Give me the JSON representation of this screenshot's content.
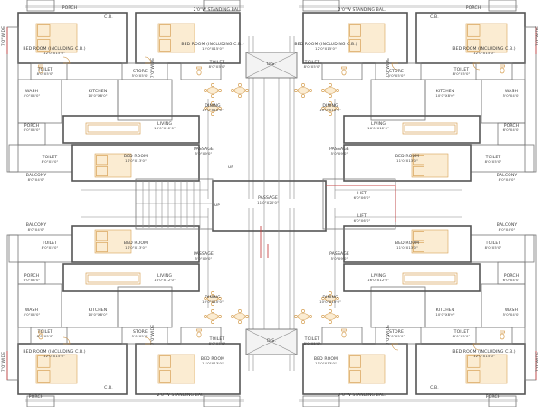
{
  "labels": {
    "bedroom_incl_cb": "BED ROOM (INCLUDING C.B.)",
    "bedroom_incl_cb_dim": "12'0\"X15'0\"",
    "bed_room": "BED ROOM",
    "bed_room_dim": "11'0\"X13'0\"",
    "toilet": "TOILET",
    "toilet_dim": "8'0\"X5'0\"",
    "store": "STORE",
    "store_dim": "5'0\"X5'0\"",
    "kitchen": "KITCHEN",
    "kitchen_dim": "10'0\"X8'0\"",
    "dining": "DINING",
    "dining_dim": "10'0\"X10'0\"",
    "living": "LIVING",
    "living_dim": "16'0\"X12'0\"",
    "wash": "WASH",
    "wash_dim": "5'0\"X4'0\"",
    "porch": "PORCH",
    "porch_dim": "6'0\"X4'0\"",
    "balcony": "BALCONY",
    "balcony_dim": "8'0\"X4'0\"",
    "cb": "C.B.",
    "passage": "PASSAGE",
    "passage_dim": "5'0\"X9'0\"",
    "passage_main": "PASSAGE",
    "passage_main_dim": "11'0\"X20'0\"",
    "lift": "LIFT",
    "lift_dim": "6'0\"X6'0\"",
    "duct": "D.S.",
    "road": "2'0\"W STANDING BAL.",
    "setback": "7'0\"WIDE",
    "up": "UP"
  },
  "colors": {
    "wall": "#555555",
    "furniture": "#d7a257",
    "furniture_fill": "#fbecd2",
    "marker": "#c84848",
    "text": "#3a3a3a"
  }
}
